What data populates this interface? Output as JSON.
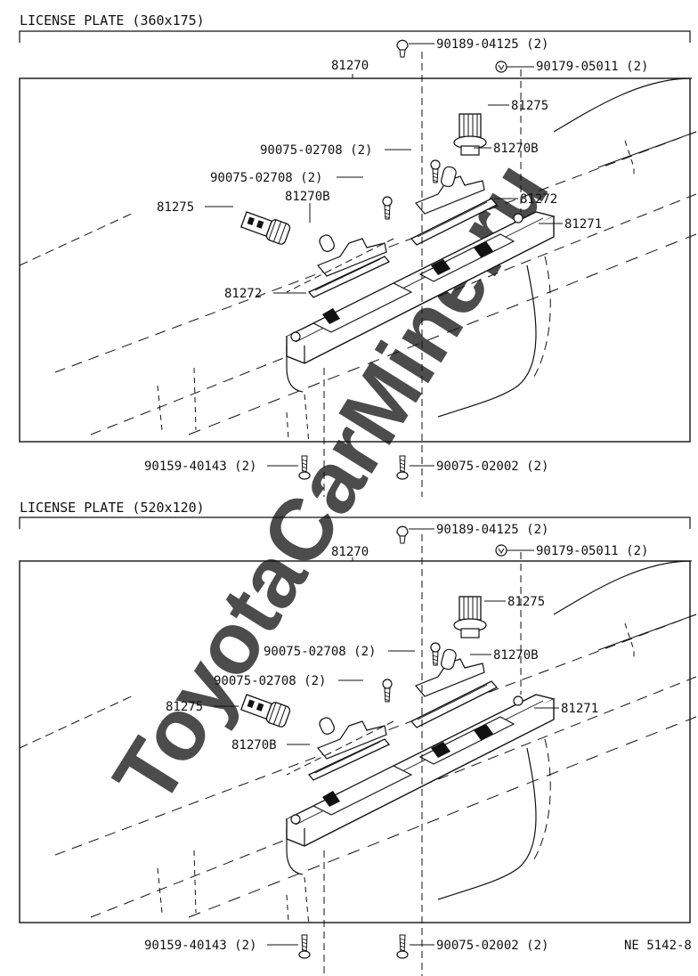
{
  "watermark": "ToyotaCarMine.ru",
  "figure_code": "NE 5142-8",
  "sections": [
    {
      "title": "LICENSE PLATE (360x175)",
      "assembly": "81270",
      "parts": {
        "cap_screw": "90189-04125 (2)",
        "nut": "90179-05011 (2)",
        "socket_right": "81275",
        "bulb_right": "81270B",
        "screw_right": "90075-02708 (2)",
        "screw_left": "90075-02708 (2)",
        "socket_left": "81275",
        "bulb_left": "81270B",
        "lens_right": "81272",
        "housing": "81271",
        "lens_left": "81272",
        "bolt_bottom_left": "90159-40143 (2)",
        "screw_bottom_right": "90075-02002 (2)"
      }
    },
    {
      "title": "LICENSE PLATE (520x120)",
      "assembly": "81270",
      "parts": {
        "cap_screw": "90189-04125 (2)",
        "nut": "90179-05011 (2)",
        "socket_right": "81275",
        "screw_right": "90075-02708 (2)",
        "bulb_right": "81270B",
        "screw_left": "90075-02708 (2)",
        "socket_left": "81275",
        "housing": "81271",
        "bulb_left": "81270B",
        "bolt_bottom_left": "90159-40143 (2)",
        "screw_bottom_right": "90075-02002 (2)"
      }
    }
  ]
}
